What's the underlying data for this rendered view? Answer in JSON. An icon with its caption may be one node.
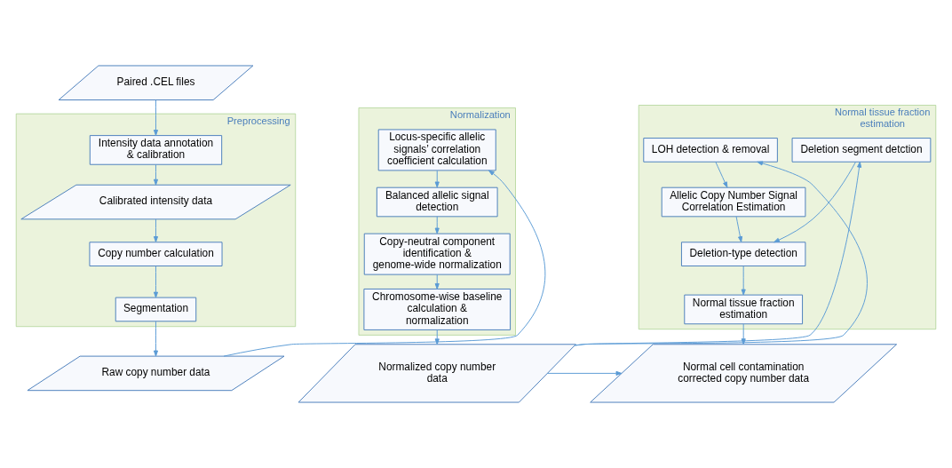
{
  "diagram": {
    "nodes": [
      {
        "text": [
          "Paired .CEL files"
        ]
      },
      {
        "text": [
          "Preprocessing"
        ]
      },
      {
        "text": [
          "Intensity data annotation & calibration"
        ],
        "in": 1
      },
      {
        "text": [
          "Calibrated intensity data"
        ],
        "in": 1
      },
      {
        "text": [
          "Copy number calculation"
        ],
        "in": 1
      },
      {
        "text": [
          "Segmentation"
        ],
        "in": 1
      },
      {
        "text": [
          "Raw copy number data"
        ]
      },
      {
        "text": [
          "Normalization"
        ]
      },
      {
        "text": [
          "Locus-specific allelic signals’ correlation coefficient calculation"
        ],
        "in": 7
      },
      {
        "text": [
          "Balanced allelic signal detection"
        ],
        "in": 7
      },
      {
        "text": [
          "Copy-neutral component identification & genome-wide normalization"
        ],
        "in": 7
      },
      {
        "text": [
          "Chromosome-wise baseline calculation & normalization"
        ],
        "in": 7
      },
      {
        "text": [
          "Normalized copy number data"
        ]
      },
      {
        "text": [
          "Normal tissue fraction estimation"
        ]
      },
      {
        "text": [
          "Deletion segment detction"
        ],
        "in": 13
      },
      {
        "text": [
          "LOH detection & removal"
        ],
        "in": 13
      },
      {
        "text": [
          "Deletion-type detection"
        ],
        "in": 13
      },
      {
        "text": [
          "Allelic Copy Number Signal Correlation Estimation"
        ],
        "in": 13
      },
      {
        "text": [
          "Normal tissue fraction estimation"
        ],
        "in": 13
      },
      {
        "text": [
          "Normal cell contamination corrected copy number data"
        ]
      }
    ],
    "edges": [
      {
        "from": 0,
        "to": 2,
        "arrow": "to"
      },
      {
        "from": 2,
        "to": 3,
        "arrow": "to"
      },
      {
        "from": 3,
        "to": 4,
        "arrow": "to"
      },
      {
        "from": 4,
        "to": 5,
        "arrow": "to"
      },
      {
        "from": 5,
        "to": 6,
        "arrow": "to"
      },
      {
        "from": 6,
        "to": 8,
        "arrow": "to"
      },
      {
        "from": 8,
        "to": 9,
        "arrow": "to"
      },
      {
        "from": 9,
        "to": 10,
        "arrow": "to"
      },
      {
        "from": 10,
        "to": 11,
        "arrow": "to"
      },
      {
        "from": 11,
        "to": 12,
        "arrow": "to"
      },
      {
        "from": 12,
        "to": 14,
        "arrow": "to"
      },
      {
        "from": 12,
        "to": 15,
        "arrow": "to"
      },
      {
        "from": 14,
        "to": 16,
        "arrow": "to"
      },
      {
        "from": 15,
        "to": 17,
        "arrow": "to"
      },
      {
        "from": 17,
        "to": 16,
        "arrow": "to"
      },
      {
        "from": 16,
        "to": 18,
        "arrow": "to"
      },
      {
        "from": 18,
        "to": 19,
        "arrow": "to"
      },
      {
        "from": 12,
        "to": 19,
        "arrow": "to"
      }
    ]
  }
}
